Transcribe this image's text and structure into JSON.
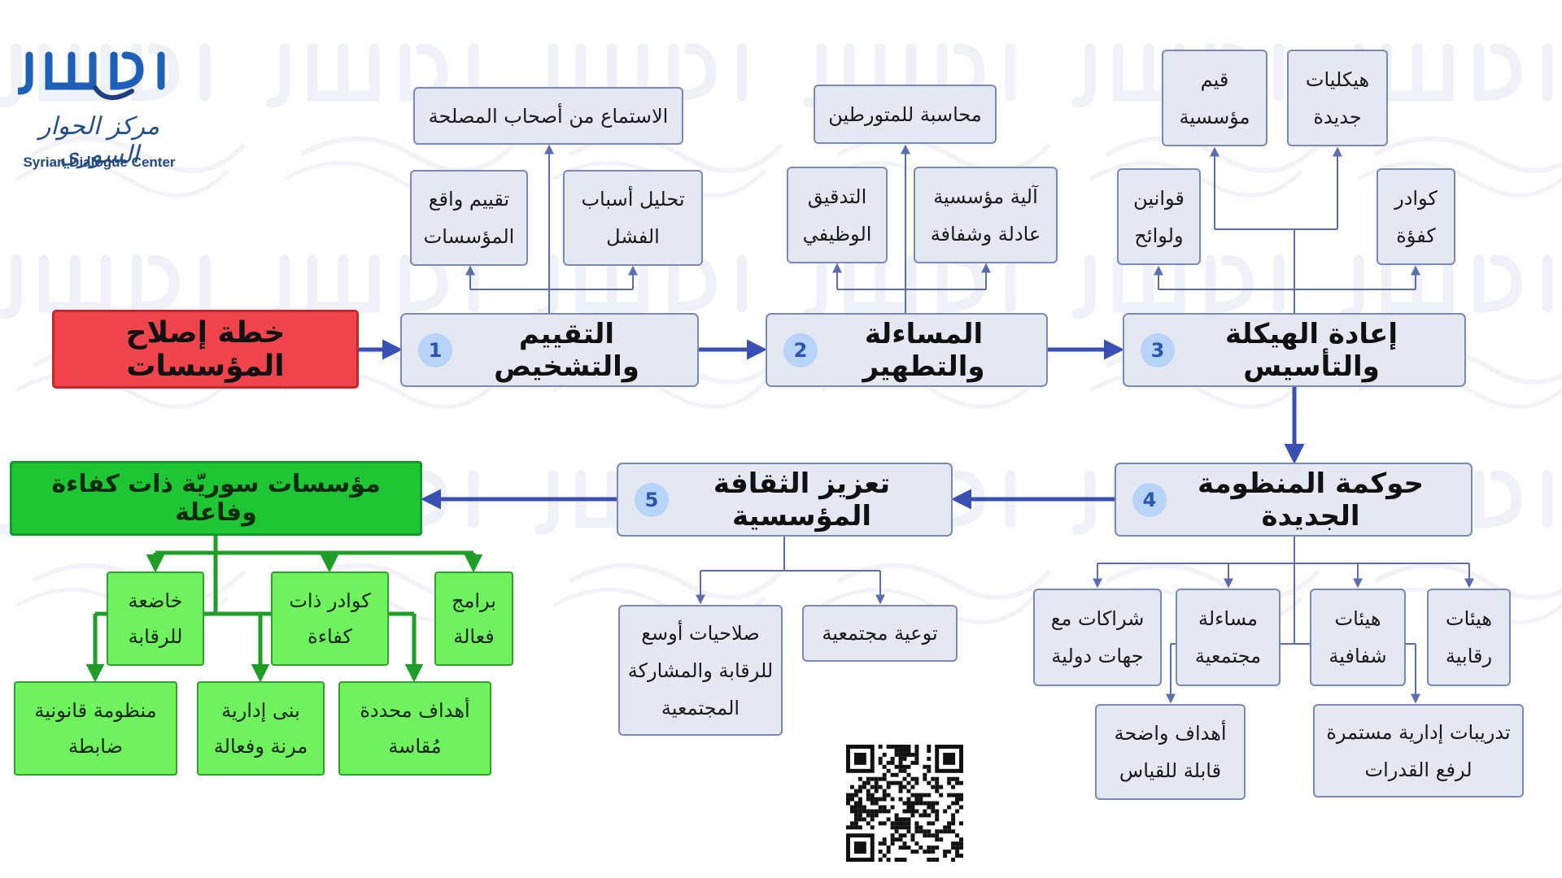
{
  "logo": {
    "arabic": "مركز الحوار السوري",
    "english": "Syrian Dialogue Center"
  },
  "start": "خطة إصلاح المؤسسات",
  "end": "مؤسسات سوريّة ذات كفاءة وفاعلة",
  "stages": [
    {
      "number": "1",
      "label": "التقييم والتشخيص",
      "items": [
        "الاستماع من أصحاب المصلحة",
        "تحليل أسباب الفشل",
        "تقييم واقع المؤسسات"
      ]
    },
    {
      "number": "2",
      "label": "المساءلة والتطهير",
      "items": [
        "محاسبة للمتورطين",
        "آلية مؤسسية عادلة وشفافة",
        "التدقيق الوظيفي"
      ]
    },
    {
      "number": "3",
      "label": "إعادة الهيكلة والتأسيس",
      "items": [
        "قيم مؤسسية",
        "هيكليات جديدة",
        "قوانين ولوائح",
        "كوادر كفؤة"
      ]
    },
    {
      "number": "4",
      "label": "حوكمة المنظومة الجديدة",
      "items": [
        "شراكات مع جهات دولية",
        "مساءلة مجتمعية",
        "هيئات شفافية",
        "هيئات رقابية",
        "أهداف واضحة قابلة للقياس",
        "تدريبات إدارية مستمرة لرفع القدرات"
      ]
    },
    {
      "number": "5",
      "label": "تعزيز الثقافة المؤسسية",
      "items": [
        "صلاحيات أوسع للرقابة والمشاركة المجتمعية",
        "توعية مجتمعية"
      ]
    }
  ],
  "outcomes": [
    "خاضعة للرقابة",
    "كوادر ذات كفاءة",
    "برامج فعالة",
    "منظومة قانونية ضابطة",
    "بنى إدارية مرنة وفعالة",
    "أهداف محددة مُقاسة"
  ],
  "colors": {
    "blue_connector": "#3a4fb3",
    "thin_connector": "#5a6eb0",
    "green_connector": "#1f9e27",
    "start_fill": "#f0444c",
    "end_fill": "#1fc634",
    "box_fill": "#e3e8f3"
  },
  "icons": [
    "qr-code-icon"
  ]
}
